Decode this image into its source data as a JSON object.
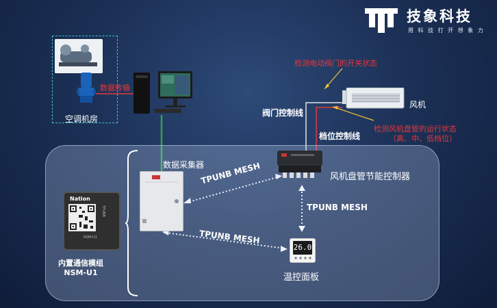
{
  "brand": {
    "name": "技象科技",
    "slogan": "用 科 技 打 开 想 象 力"
  },
  "room": {
    "label": "空调机房",
    "link_label": "数据传输"
  },
  "fancoil": {
    "label": "风机",
    "valve_status_note": "检测电动阀门的开关状态",
    "fan_state_note_line1": "检测风机盘管的运行状态",
    "fan_state_note_line2": "（高、中、低档位）"
  },
  "lines": {
    "valve_line": "阀门控制线",
    "gear_line": "档位控制线"
  },
  "collector": {
    "label": "数据采集器"
  },
  "controller": {
    "label": "风机盘管节能控制器"
  },
  "thermostat": {
    "label": "温控面板",
    "display": "26.0"
  },
  "module": {
    "label_line1": "内置通信模组",
    "label_line2": "NSM-U1",
    "chip_brand": "Nation",
    "chip_model": "NSM-U1",
    "chip_tag": "TPUNB"
  },
  "links": {
    "collector_controller": "TPUNB MESH",
    "controller_thermostat": "TPUNB MESH",
    "collector_thermostat": "TPUNB MESH"
  },
  "colors": {
    "accent_red": "#e8363a",
    "accent_green": "#2fa34a",
    "panel_fill": "rgba(190,210,240,0.28)",
    "arrow_white": "#ffffff"
  }
}
